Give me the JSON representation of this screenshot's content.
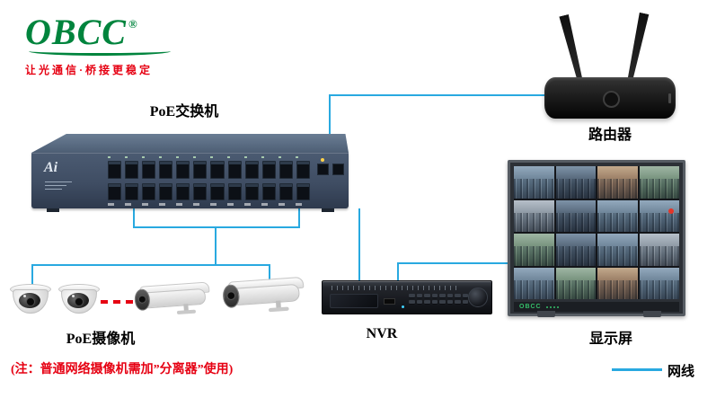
{
  "logo": {
    "name": "OBCC",
    "reg": "®",
    "tagline": "让光通信·桥接更稳定"
  },
  "labels": {
    "switch": "PoE交换机",
    "router": "路由器",
    "nvr": "NVR",
    "display": "显示屏",
    "cameras": "PoE摄像机"
  },
  "switch": {
    "brand": "Ai"
  },
  "display_wall": {
    "brand": "OBCC"
  },
  "note": {
    "text": "(注：普通网络摄像机需加”分离器”使用)"
  },
  "legend": {
    "label": "网线"
  },
  "colors": {
    "cable": "#29a9e0",
    "logo_green": "#00843d",
    "accent_red": "#e60012"
  }
}
